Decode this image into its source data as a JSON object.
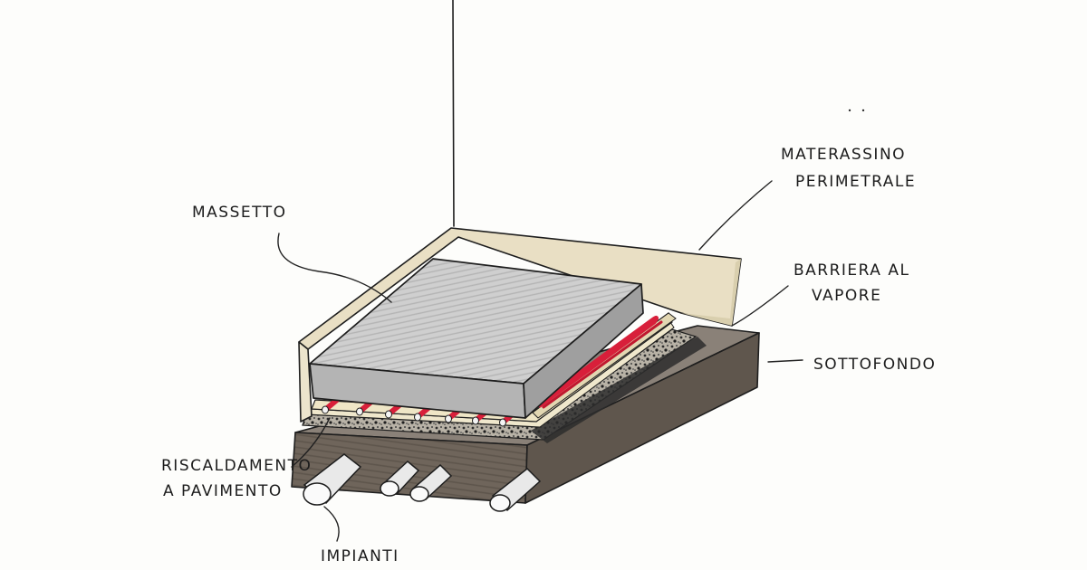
{
  "labels": {
    "masseto": "MASSETTO",
    "materassino_line1": "MATERASSINO",
    "materassino_line2": "PERIMETRALE",
    "barriera_line1": "BARRIERA AL",
    "barriera_line2": "VAPORE",
    "sottofondo": "SOTTOFONDO",
    "riscaldamento_line1": "RISCALDAMENTO",
    "riscaldamento_line2": "A PAVIMENTO",
    "impianti": "IMPIANTI"
  },
  "colors": {
    "background": "#fdfdfb",
    "sottofondo": "#6f655b",
    "sottofondo_top": "#8a8178",
    "masseto_top": "#c9c9c9",
    "masseto_side": "#a9a9a9",
    "materassino": "#e9dfc4",
    "heating_pipe": "#d81f3a",
    "gravel": "#4a4a4a",
    "pipe": "#f2f2f2"
  },
  "icons": {
    "drawing": "floor-section-sketch"
  }
}
